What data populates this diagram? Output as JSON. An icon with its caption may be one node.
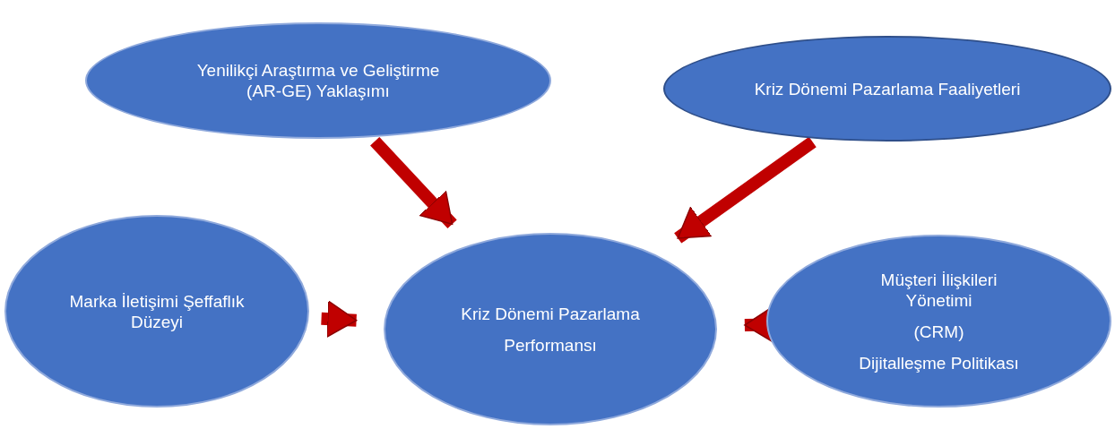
{
  "diagram": {
    "nodes": [
      {
        "text": [
          "Yenilikçi Araştırma ve Geliştirme (AR-GE) Yaklaşımı"
        ]
      },
      {
        "text": [
          "Kriz Dönemi Pazarlama Faaliyetleri"
        ]
      },
      {
        "text": [
          "Marka İletişimi Şeffaflık Düzeyi"
        ]
      },
      {
        "text": [
          "Kriz Dönemi Pazarlama",
          "Performansı"
        ]
      },
      {
        "text": [
          "Müşteri İlişkileri Yönetimi",
          "(CRM)",
          "Dijitalleşme Politikası"
        ]
      }
    ],
    "edges": [
      {
        "from": 0,
        "to": 3,
        "arrow": "to"
      },
      {
        "from": 1,
        "to": 3,
        "arrow": "to"
      },
      {
        "from": 2,
        "to": 3,
        "arrow": "to"
      },
      {
        "from": 4,
        "to": 3,
        "arrow": "to"
      }
    ]
  }
}
